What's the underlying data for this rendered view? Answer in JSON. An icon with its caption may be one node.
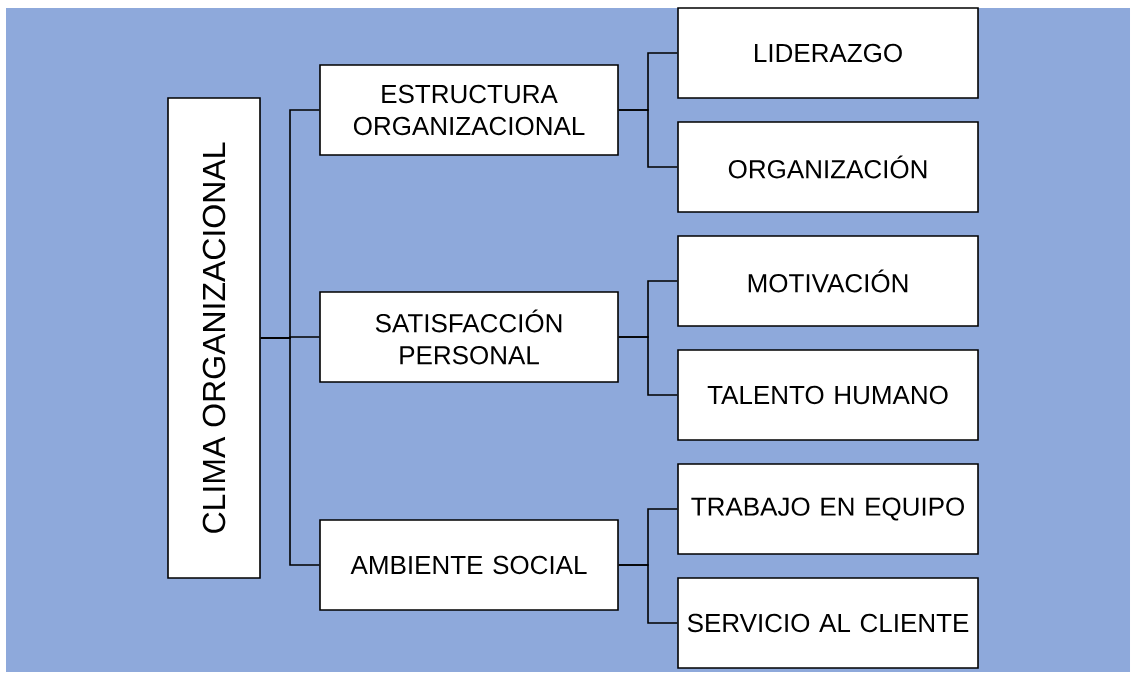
{
  "diagram": {
    "nodes": [
      {
        "text": [
          "CLIMA ORGANIZACIONAL"
        ]
      },
      {
        "text": [
          "ESTRUCTURA ORGANIZACIONAL"
        ]
      },
      {
        "text": [
          "SATISFACCIÓN PERSONAL"
        ]
      },
      {
        "text": [
          "AMBIENTE SOCIAL"
        ]
      },
      {
        "text": [
          "LIDERAZGO"
        ]
      },
      {
        "text": [
          "ORGANIZACIÓN"
        ]
      },
      {
        "text": [
          "MOTIVACIÓN"
        ]
      },
      {
        "text": [
          "TALENTO HUMANO"
        ]
      },
      {
        "text": [
          "TRABAJO EN EQUIPO"
        ]
      },
      {
        "text": [
          "SERVICIO AL CLIENTE"
        ]
      }
    ],
    "edges": [
      {
        "from": 0,
        "to": 1,
        "arrow": "none"
      },
      {
        "from": 0,
        "to": 2,
        "arrow": "none"
      },
      {
        "from": 0,
        "to": 3,
        "arrow": "none"
      },
      {
        "from": 1,
        "to": 4,
        "arrow": "none"
      },
      {
        "from": 1,
        "to": 5,
        "arrow": "none"
      },
      {
        "from": 2,
        "to": 6,
        "arrow": "none"
      },
      {
        "from": 2,
        "to": 7,
        "arrow": "none"
      },
      {
        "from": 3,
        "to": 8,
        "arrow": "none"
      },
      {
        "from": 3,
        "to": 9,
        "arrow": "none"
      }
    ]
  }
}
